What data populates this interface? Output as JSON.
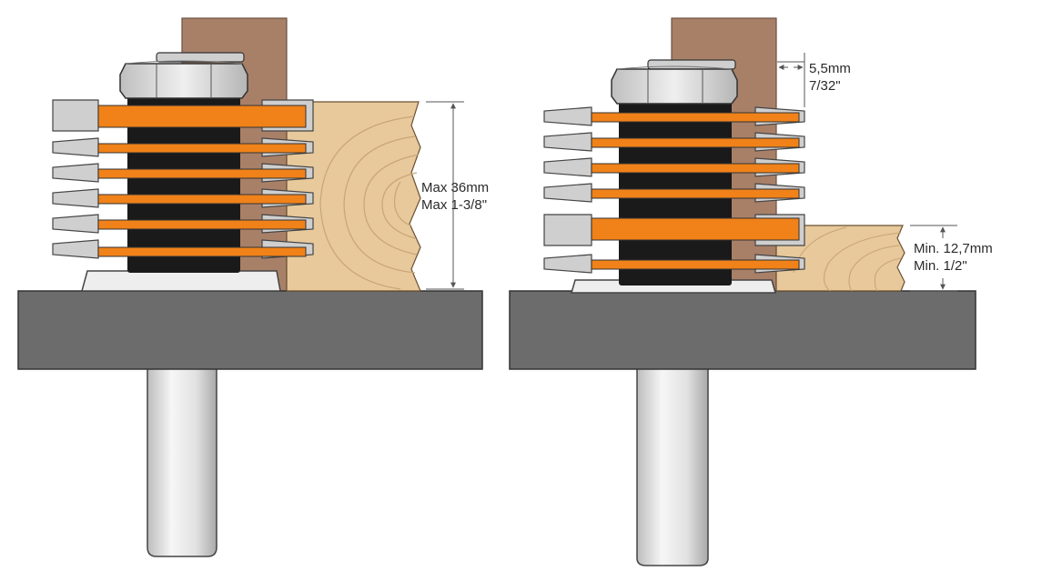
{
  "left": {
    "dimension_line1": "Max 36mm",
    "dimension_line2": "Max 1-3/8\""
  },
  "right": {
    "top_dimension_line1": "5,5mm",
    "top_dimension_line2": "7/32\"",
    "side_dimension_line1": "Min. 12,7mm",
    "side_dimension_line2": "Min. 1/2\""
  },
  "colors": {
    "table": "#6c6c6c",
    "table_edge": "#555555",
    "fence": "#a88068",
    "wood": "#e7c99c",
    "wood_grain": "#c9a576",
    "cutter_blade": "#cfcfcf",
    "disc": "#f08219",
    "spacer": "#1a1a1a",
    "nut": "#d9d9d9",
    "shank": "#e6e6e6"
  }
}
